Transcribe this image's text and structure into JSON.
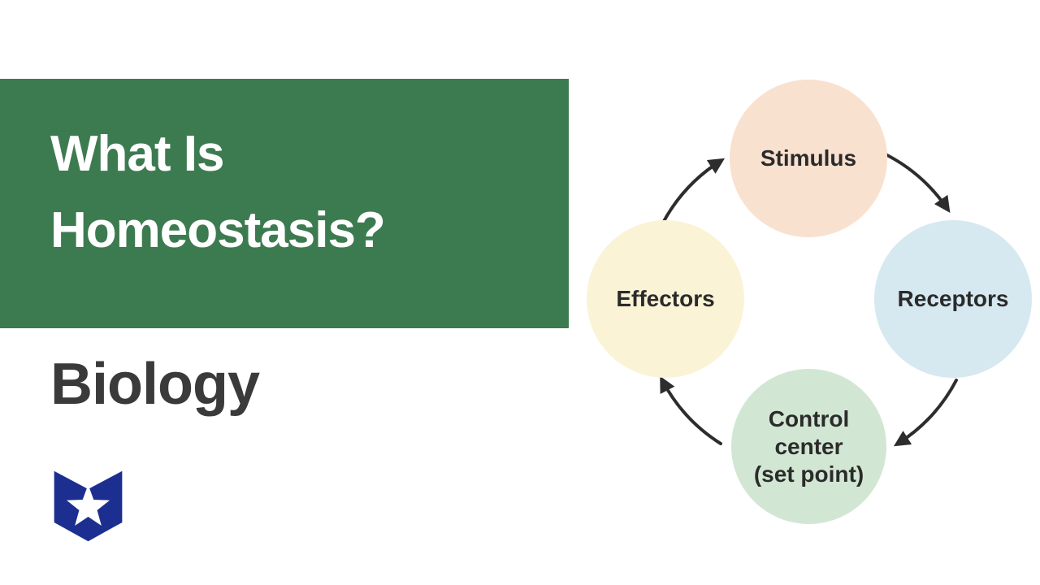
{
  "slide": {
    "title_line1": "What Is",
    "title_line2": "Homeostasis?",
    "subject": "Biology",
    "brand_logo_icon": "shield-star-icon"
  },
  "colors": {
    "banner_green": "#3C7B50",
    "title_text": "#FFFFFF",
    "subject_text": "#3A3A3A",
    "logo_blue": "#1C2F91",
    "logo_star": "#FFFFFF",
    "arrow": "#2D2D2D",
    "node_text": "#2B2B2B",
    "stimulus_fill": "#F9E1D0",
    "receptors_fill": "#D6E9F1",
    "control_center_fill": "#D2E7D3",
    "effectors_fill": "#FBF3D6"
  },
  "diagram": {
    "type": "cycle",
    "direction": "clockwise",
    "nodes": [
      {
        "id": "stimulus",
        "label": "Stimulus"
      },
      {
        "id": "receptors",
        "label": "Receptors"
      },
      {
        "id": "control-center",
        "label": "Control\ncenter\n(set point)"
      },
      {
        "id": "effectors",
        "label": "Effectors"
      }
    ],
    "edges": [
      {
        "from": "stimulus",
        "to": "receptors"
      },
      {
        "from": "receptors",
        "to": "control-center"
      },
      {
        "from": "control-center",
        "to": "effectors"
      },
      {
        "from": "effectors",
        "to": "stimulus"
      }
    ]
  }
}
